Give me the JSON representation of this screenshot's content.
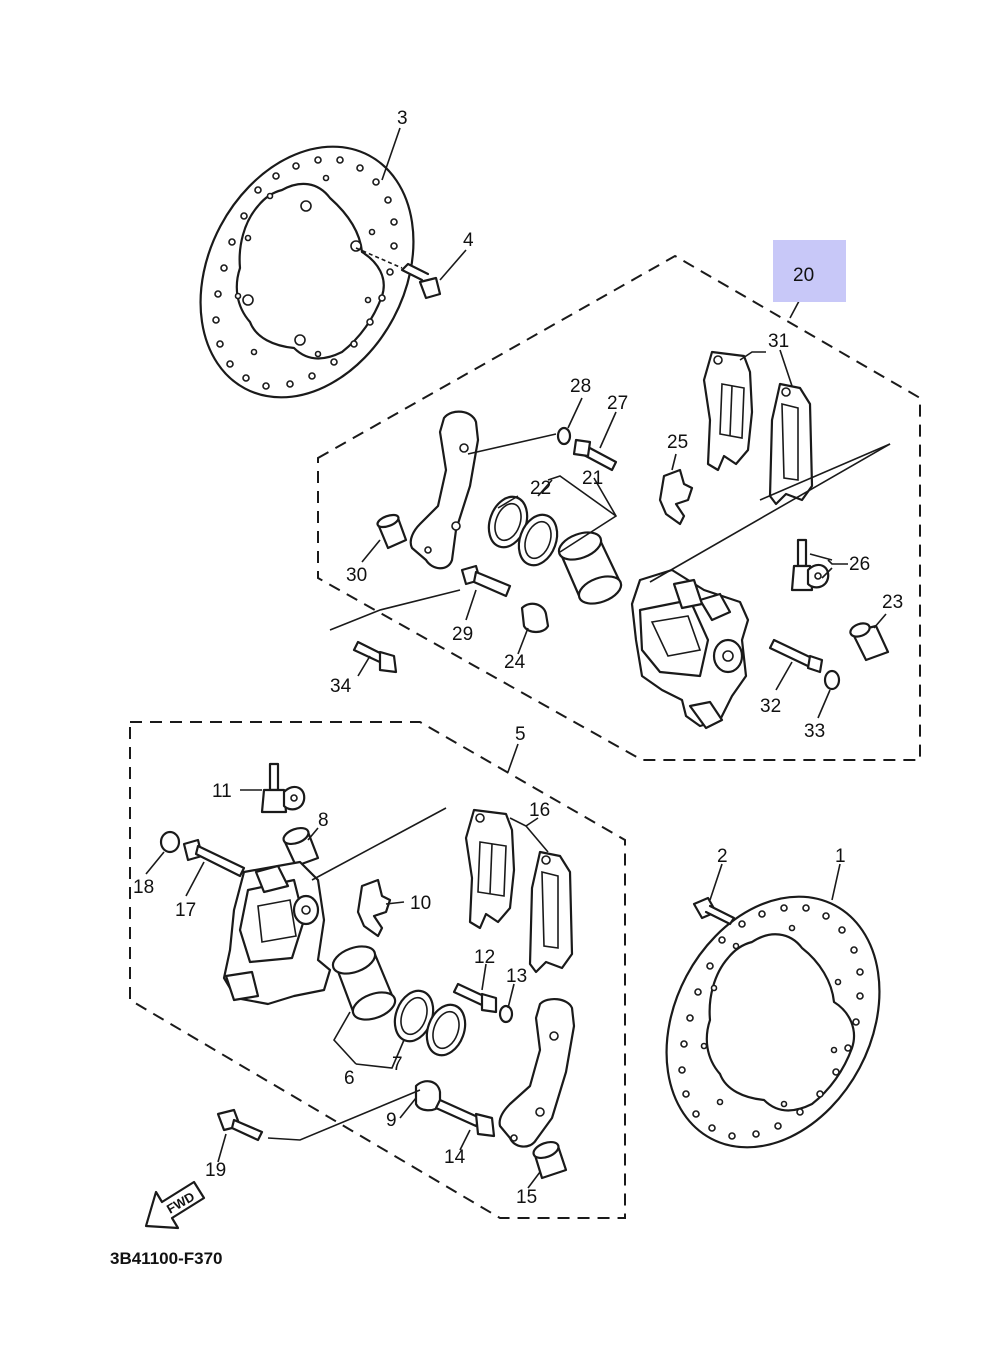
{
  "diagram_code": "3B41100-F370",
  "fwd_label": "FWD",
  "highlight_color": "#c8c8f8",
  "labels": {
    "p1": "1",
    "p2": "2",
    "p3": "3",
    "p4": "4",
    "p5": "5",
    "p6": "6",
    "p7": "7",
    "p8": "8",
    "p9": "9",
    "p10": "10",
    "p11": "11",
    "p12": "12",
    "p13": "13",
    "p14": "14",
    "p15": "15",
    "p16": "16",
    "p17": "17",
    "p18": "18",
    "p19": "19",
    "p20": "20",
    "p21": "21",
    "p22": "22",
    "p23": "23",
    "p24": "24",
    "p25": "25",
    "p26": "26",
    "p27": "27",
    "p28": "28",
    "p29": "29",
    "p30": "30",
    "p31": "31",
    "p32": "32",
    "p33": "33",
    "p34": "34"
  }
}
